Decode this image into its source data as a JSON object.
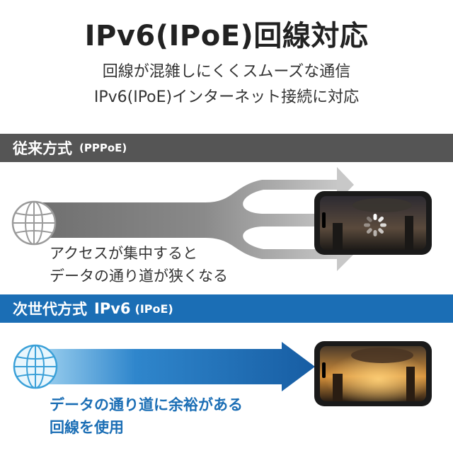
{
  "title": "IPv6(IPoE)回線対応",
  "subtitle": {
    "line1": "回線が混雑しにくくスムーズな通信",
    "line2": "IPv6(IPoE)インターネット接続に対応"
  },
  "legacy": {
    "label": "従来方式",
    "protocol": "(PPPoE)",
    "caption_line1": "アクセスが集中すると",
    "caption_line2": "データの通り道が狭くなる"
  },
  "next": {
    "label": "次世代方式",
    "protocol_main": "IPv6",
    "protocol_paren": "(IPoE)",
    "caption_line1": "データの通り道に余裕がある",
    "caption_line2": "回線を使用"
  },
  "colors": {
    "legacy_band": "#555555",
    "next_band": "#1b6eb5",
    "globe_legacy": "#9a9a9a",
    "globe_next": "#3aa0d8",
    "arrow_next": "#1b6eb5"
  },
  "icons": [
    "globe-icon",
    "smartphone-icon",
    "loading-spinner-icon"
  ]
}
